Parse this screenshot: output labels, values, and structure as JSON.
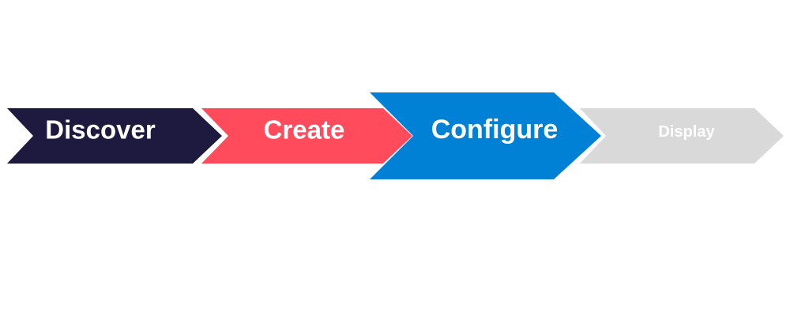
{
  "process": {
    "steps": [
      {
        "label": "Discover",
        "color": "#1e1a3f",
        "text_color": "#ffffff",
        "state": "completed"
      },
      {
        "label": "Create",
        "color": "#ff4b5c",
        "text_color": "#ffffff",
        "state": "completed"
      },
      {
        "label": "Configure",
        "color": "#0081d5",
        "text_color": "#ffffff",
        "state": "current"
      },
      {
        "label": "Display",
        "color": "#d9d9d9",
        "text_color": "#ffffff",
        "state": "upcoming"
      }
    ]
  }
}
